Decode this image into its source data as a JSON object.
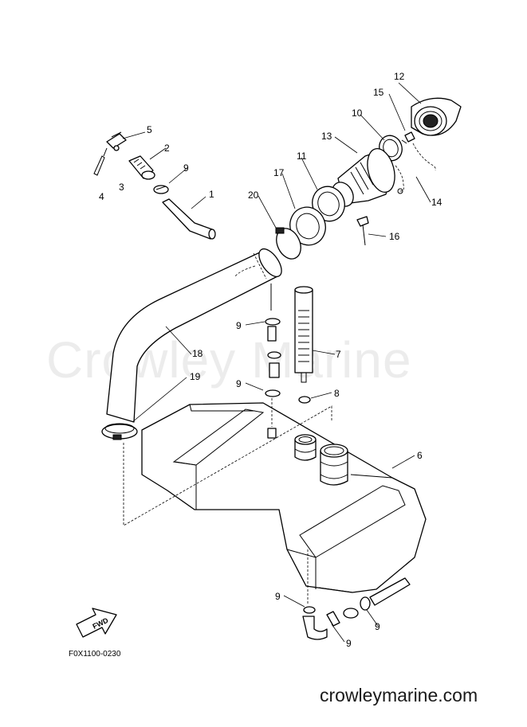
{
  "watermark": "Crowley Marine",
  "figure_code": "F0X1100-0230",
  "site": "crowleymarine.com",
  "fwd_label": "FWD",
  "callouts": [
    "1",
    "2",
    "3",
    "4",
    "5",
    "6",
    "7",
    "8",
    "9",
    "9",
    "9",
    "9",
    "9",
    "9",
    "10",
    "11",
    "12",
    "13",
    "14",
    "15",
    "16",
    "17",
    "18",
    "19",
    "20"
  ]
}
